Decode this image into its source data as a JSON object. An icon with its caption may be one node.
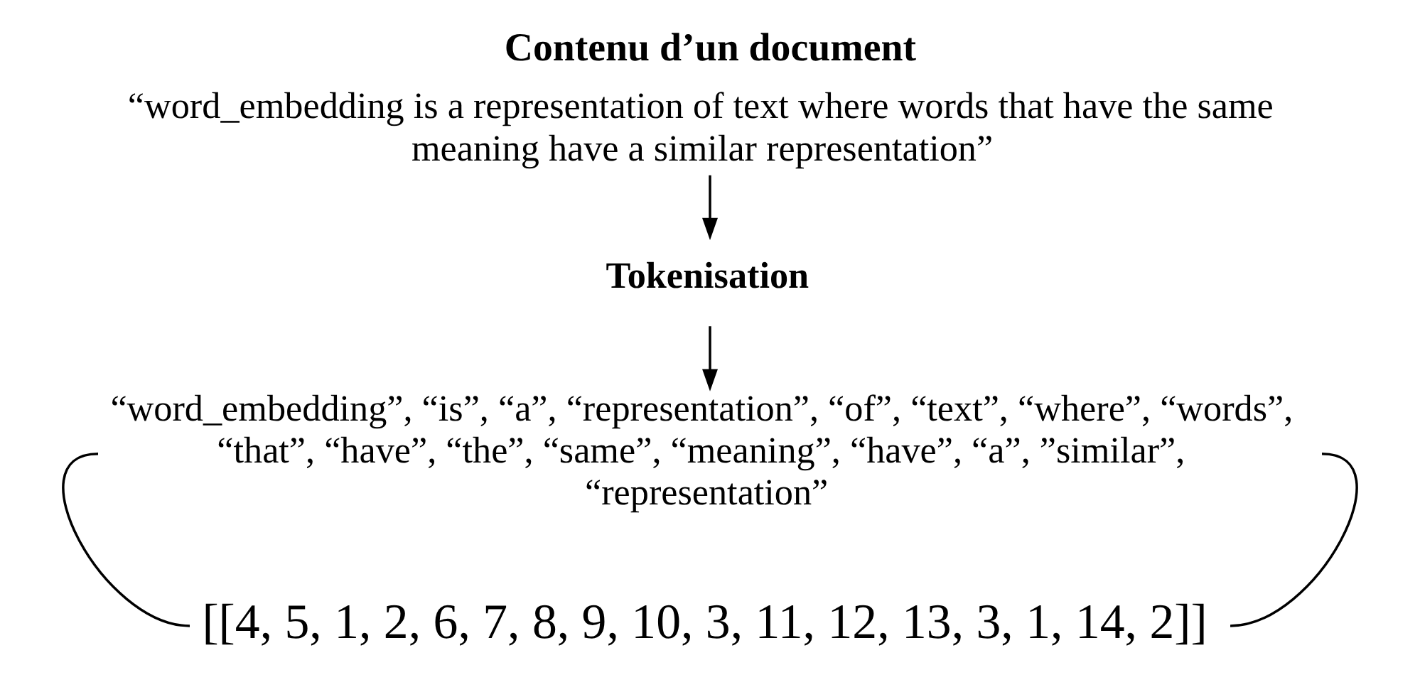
{
  "diagram": {
    "title": "Contenu d’un document",
    "nodes": [
      {
        "text": [
          "“word_embedding is a representation of text where words that have the same meaning have a similar representation”"
        ]
      },
      {
        "text": [
          "Tokenisation"
        ]
      },
      {
        "text": [
          "“word_embedding”, “is”, “a”, “representation”, “of”, “text”, “where”, “words”, “that”, “have”, “the”, “same”, “meaning”, “have”, “a”, ”similar”, “representation”"
        ]
      },
      {
        "text": [
          "[[4, 5, 1, 2, 6, 7, 8, 9, 10, 3, 11, 12, 13, 3, 1, 14, 2]]"
        ]
      }
    ],
    "edges": [
      {
        "from": 0,
        "to": 1,
        "arrow": "to"
      },
      {
        "from": 1,
        "to": 2,
        "arrow": "to"
      },
      {
        "from": 2,
        "to": 3,
        "arrow": "none"
      },
      {
        "from": 2,
        "to": 3,
        "arrow": "none"
      }
    ]
  }
}
